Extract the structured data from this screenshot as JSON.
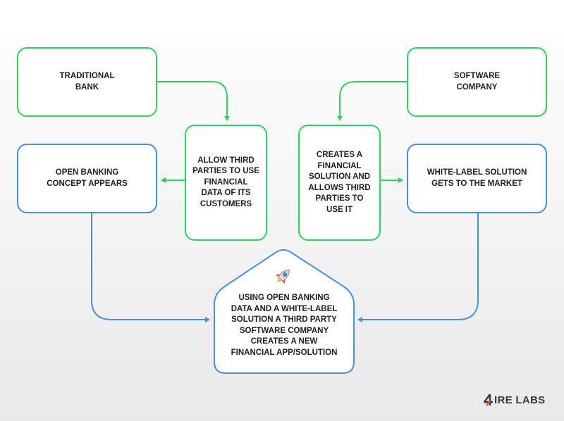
{
  "boxes": {
    "traditional_bank": "TRADITIONAL\nBANK",
    "software_company": "SOFTWARE\nCOMPANY",
    "allow_third_parties": "ALLOW THIRD\nPARTIES TO USE\nFINANCIAL\nDATA OF ITS\nCUSTOMERS",
    "creates_financial_solution": "CREATES A\nFINANCIAL\nSOLUTION AND\nALLOWS THIRD\nPARTIES TO\nUSE IT",
    "open_banking": "OPEN BANKING\nCONCEPT APPEARS",
    "white_label": "WHITE-LABEL SOLUTION\nGETS TO THE MARKET",
    "result": "USING OPEN BANKING\nDATA AND A WHITE-LABEL\nSOLUTION A THIRD PARTY\nSOFTWARE COMPANY\nCREATES A NEW\nFINANCIAL APP/SOLUTION"
  },
  "logo": {
    "text": "IRE LABS",
    "mark": "4"
  },
  "colors": {
    "green": "#2bd45b",
    "blue": "#4a90d9",
    "accent": "#e8532f"
  }
}
